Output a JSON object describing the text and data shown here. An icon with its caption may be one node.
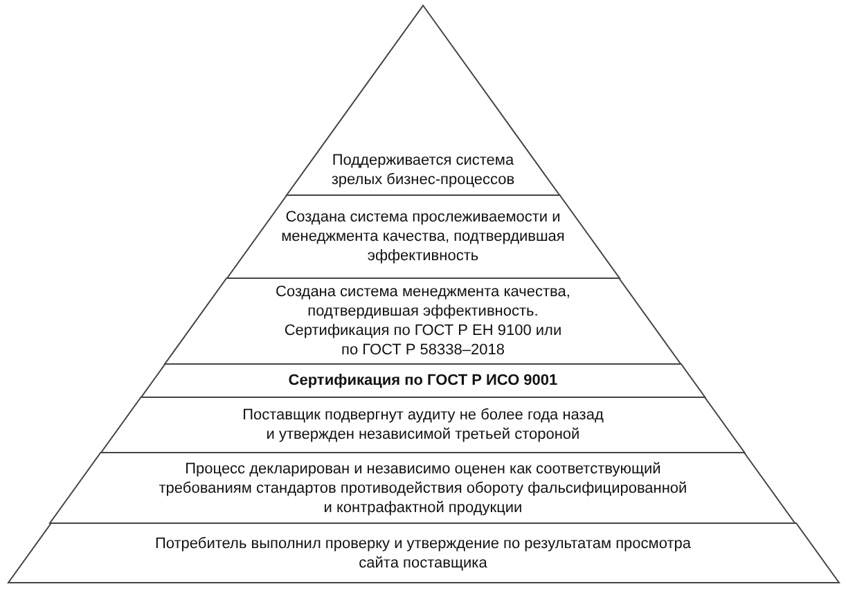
{
  "diagram": {
    "nodes": [
      {
        "text": [
          "Поддерживается система зрелых бизнес-процессов"
        ]
      },
      {
        "text": [
          "Создана система прослеживаемости и менеджмента качества, подтвердившая эффективность"
        ]
      },
      {
        "text": [
          "Создана система менеджмента качества, подтвердившая эффективность. Сертификация по ГОСТ Р ЕН 9100 или по ГОСТ Р 58338–2018"
        ]
      },
      {
        "text": [
          "Сертификация по ГОСТ Р ИСО 9001"
        ]
      },
      {
        "text": [
          "Поставщик подвергнут аудиту не более года назад и утвержден независимой третьей стороной"
        ]
      },
      {
        "text": [
          "Процесс декларирован и независимо оценен как соответствующий требованиям стандартов противодействия обороту фальсифицированной и контрафактной продукции"
        ]
      },
      {
        "text": [
          "Потребитель выполнил проверку и утверждение по результатам просмотра сайта поставщика"
        ]
      }
    ]
  }
}
